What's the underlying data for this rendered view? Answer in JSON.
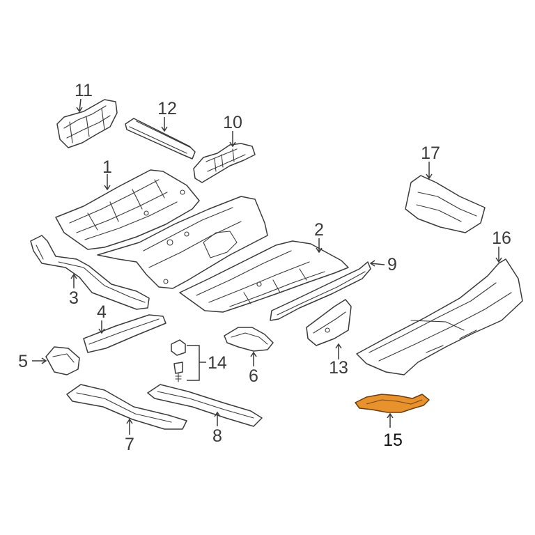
{
  "callouts": [
    {
      "id": "1",
      "label": "1",
      "highlighted": false
    },
    {
      "id": "2",
      "label": "2",
      "highlighted": false
    },
    {
      "id": "3",
      "label": "3",
      "highlighted": false
    },
    {
      "id": "4",
      "label": "4",
      "highlighted": false
    },
    {
      "id": "5",
      "label": "5",
      "highlighted": false
    },
    {
      "id": "6",
      "label": "6",
      "highlighted": false
    },
    {
      "id": "7",
      "label": "7",
      "highlighted": false
    },
    {
      "id": "8",
      "label": "8",
      "highlighted": false
    },
    {
      "id": "9",
      "label": "9",
      "highlighted": false
    },
    {
      "id": "10",
      "label": "10",
      "highlighted": false
    },
    {
      "id": "11",
      "label": "11",
      "highlighted": false
    },
    {
      "id": "12",
      "label": "12",
      "highlighted": false
    },
    {
      "id": "13",
      "label": "13",
      "highlighted": false
    },
    {
      "id": "14",
      "label": "14",
      "highlighted": false
    },
    {
      "id": "15",
      "label": "15",
      "highlighted": true
    },
    {
      "id": "16",
      "label": "16",
      "highlighted": false
    },
    {
      "id": "17",
      "label": "17",
      "highlighted": false
    }
  ],
  "colors": {
    "line": "#3a3a3a",
    "background": "#ffffff",
    "highlight_fill": "#e8922e",
    "highlight_stroke": "#6b3b0a"
  }
}
